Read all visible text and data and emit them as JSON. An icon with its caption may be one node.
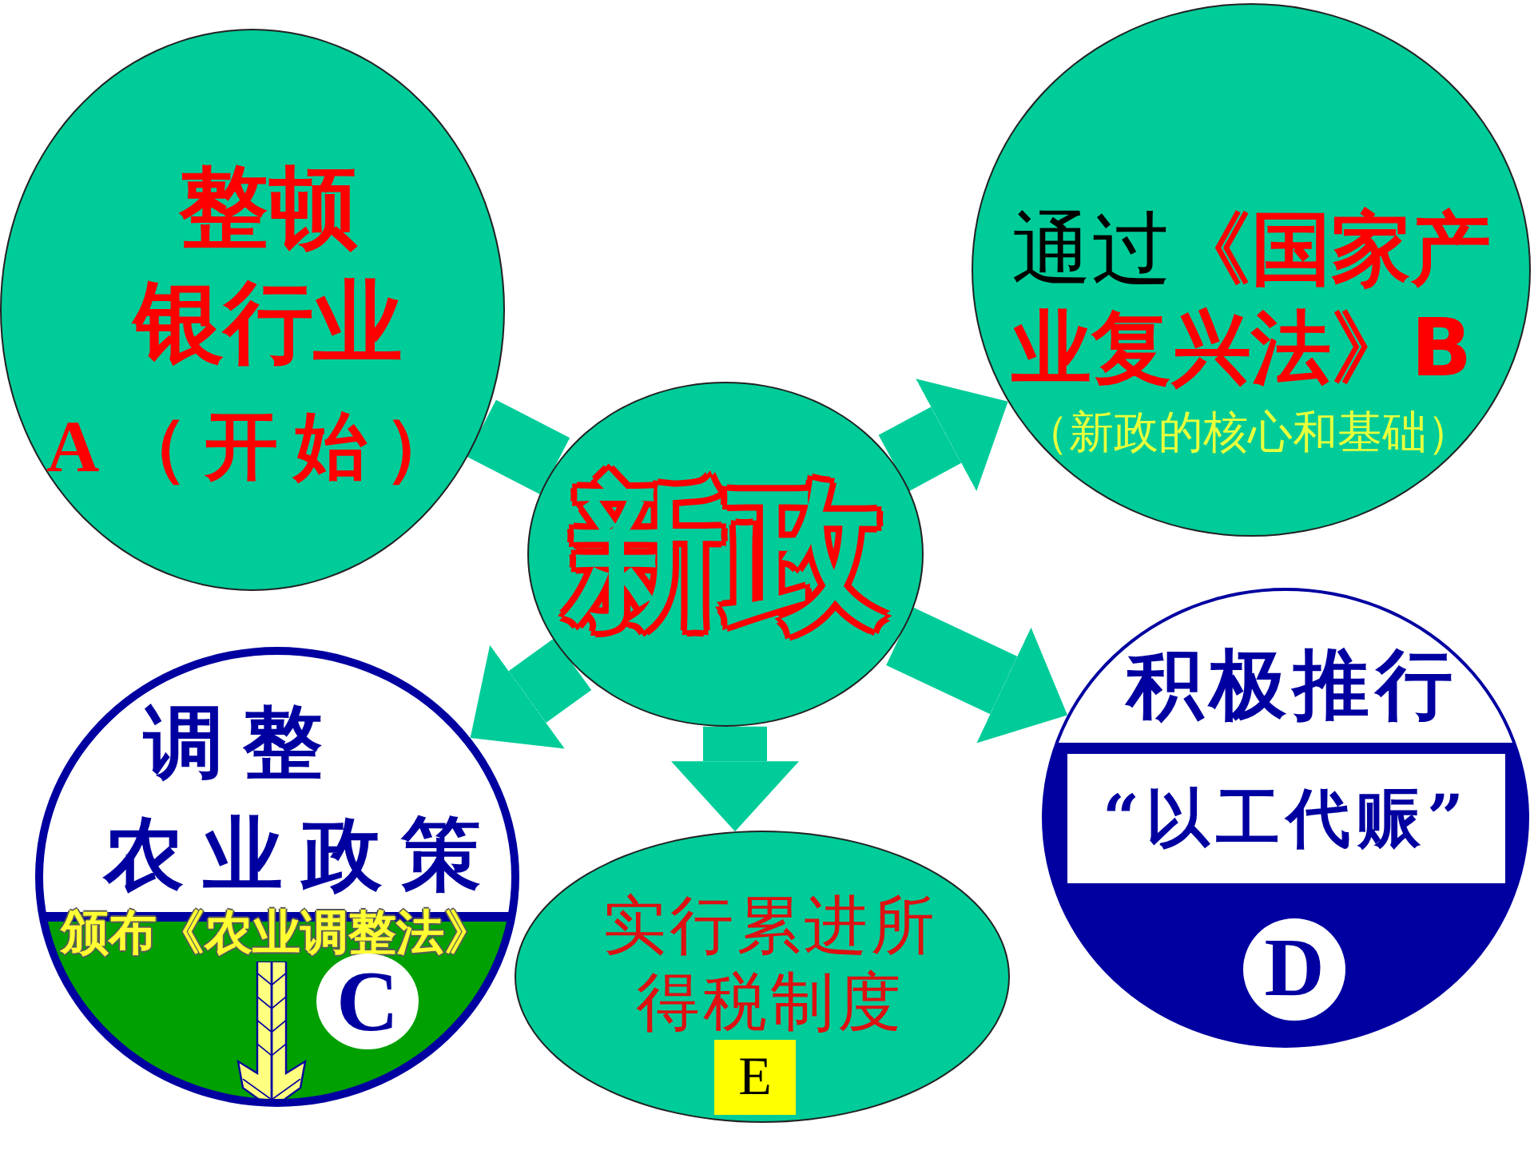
{
  "diagram": {
    "nodes": [
      {
        "text": [
          "整顿银行业",
          "A（开始）"
        ]
      },
      {
        "text": [
          "通过**《国家产业复兴法》B**",
          "（新政的核心和基础）"
        ]
      },
      {
        "text": [
          "新政"
        ]
      },
      {
        "text": [
          "调整农业政策",
          "颁布《农业调整法》"
        ]
      },
      {
        "text": [
          "C"
        ],
        "in": 3
      },
      {
        "text": [
          "实行累进所得税制度"
        ]
      },
      {
        "text": [
          "E"
        ],
        "in": 5
      },
      {
        "text": [
          "积极推行"
        ]
      },
      {
        "text": [
          "“以工代赈”"
        ],
        "in": 7
      },
      {
        "text": [
          "D"
        ],
        "in": 7
      }
    ],
    "edges": [
      {
        "from": 2,
        "to": 0,
        "arrow": "none"
      },
      {
        "from": 2,
        "to": 1,
        "arrow": "to"
      },
      {
        "from": 2,
        "to": 3,
        "arrow": "to"
      },
      {
        "from": 2,
        "to": 5,
        "arrow": "to"
      },
      {
        "from": 2,
        "to": 7,
        "arrow": "to"
      }
    ]
  }
}
